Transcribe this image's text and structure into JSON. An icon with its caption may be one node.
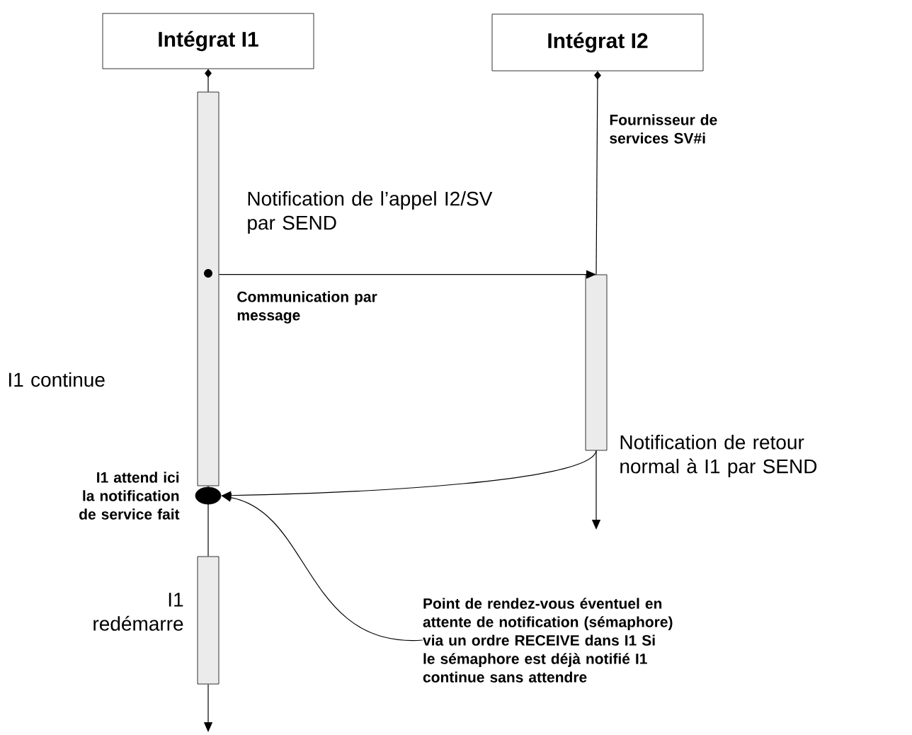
{
  "diagram": {
    "nodes": [
      {
        "text": [
          "Intégrat I1"
        ]
      },
      {
        "text": [
          "Intégrat I2"
        ],
        "beside": [
          "Fournisseur de services SV#i"
        ]
      },
      {
        "text": [],
        "shape": "bar"
      },
      {
        "text": [],
        "shape": "bar"
      },
      {
        "text": [],
        "shape": "bar",
        "beside": [
          "I1 redémarre"
        ]
      },
      {
        "text": [],
        "shape": "circle",
        "beside": [
          "I1 attend ici la notification de service fait"
        ]
      },
      {
        "text": [
          "Point de rendez-vous éventuel en attente de notification (sémaphore) via un ordre RECEIVE dans I1 Si le sémaphore est déjà notifié I1 continue sans attendre"
        ]
      }
    ],
    "edges": [
      {
        "from": 0,
        "to": 2,
        "arrow": "other"
      },
      {
        "from": 1,
        "to": 3,
        "arrow": "other"
      },
      {
        "from": 2,
        "to": 3,
        "arrow": "to",
        "label": "Notification de l’appel I2/SV par SEND"
      },
      {
        "from": 3,
        "to": 5,
        "arrow": "to",
        "label": "Notification de retour normal à I1 par SEND"
      },
      {
        "from": 6,
        "to": 5,
        "arrow": "to"
      },
      {
        "from": 2,
        "to": 4,
        "arrow": "none"
      },
      {
        "from": 4,
        "to": null,
        "arrow": "to"
      },
      {
        "from": 3,
        "to": null,
        "arrow": "to"
      }
    ],
    "labels": [
      "Communication par message",
      "I1 continue"
    ]
  }
}
